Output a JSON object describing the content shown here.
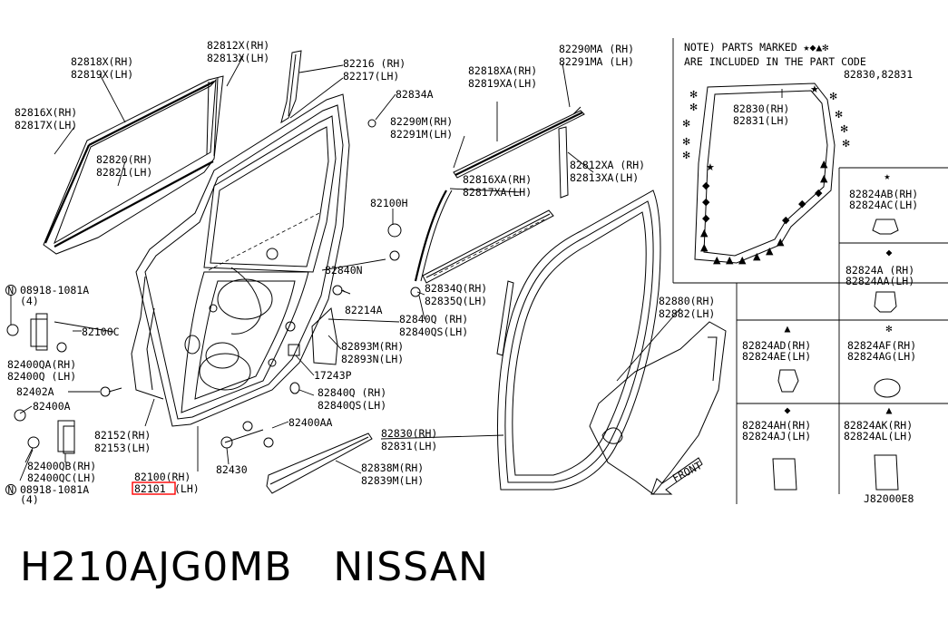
{
  "note": {
    "line1": "NOTE) PARTS MARKED ★◆▲✻",
    "line2": "ARE INCLUDED IN THE PART CODE",
    "codes": "82830,82831"
  },
  "labels": {
    "p82818X": [
      "82818X(RH)",
      "82819X(LH)"
    ],
    "p82812X": [
      "82812X(RH)",
      "82813X(LH)"
    ],
    "p82216": [
      "82216 (RH)",
      "82217(LH)"
    ],
    "p82834A": [
      "82834A"
    ],
    "p82816X": [
      "82816X(RH)",
      "82817X(LH)"
    ],
    "p82820": [
      "82820(RH)",
      "82821(LH)"
    ],
    "p82818XA": [
      "82818XA(RH)",
      "82819XA(LH)"
    ],
    "p82290MA": [
      "82290MA (RH)",
      "82291MA (LH)"
    ],
    "p82290M": [
      "82290M(RH)",
      "82291M(LH)"
    ],
    "p82816XA": [
      "82816XA(RH)",
      "82817XA(LH)"
    ],
    "p82812XA": [
      "82812XA (RH)",
      "82813XA(LH)"
    ],
    "p82100H": [
      "82100H"
    ],
    "p82840N": [
      "82840N"
    ],
    "p82214A": [
      "82214A"
    ],
    "p82834Q": [
      "82834Q(RH)",
      "82835Q(LH)"
    ],
    "p82840Q1": [
      "82840Q (RH)",
      "82840QS(LH)"
    ],
    "p82893M": [
      "82893M(RH)",
      "82893N(LH)"
    ],
    "p17243P": [
      "17243P"
    ],
    "p82840Q2": [
      "82840Q (RH)",
      "82840QS(LH)"
    ],
    "p08918a": [
      "08918-1081A",
      "(4)"
    ],
    "p82100C": [
      "82100C"
    ],
    "p82400QA": [
      "82400QA(RH)",
      "82400Q (LH)"
    ],
    "p82402A": [
      "82402A"
    ],
    "p82400A": [
      "82400A"
    ],
    "p82152": [
      "82152(RH)",
      "82153(LH)"
    ],
    "p82400AA": [
      "82400AA"
    ],
    "p82100": [
      "82100(RH)"
    ],
    "p82101": "82101",
    "p82101lh": "(LH)",
    "p82430": [
      "82430"
    ],
    "p82838M": [
      "82838M(RH)",
      "82839M(LH)"
    ],
    "p82400QB": [
      "82400QB(RH)",
      "82400QC(LH)"
    ],
    "p08918b": [
      "08918-1081A",
      "(4)"
    ],
    "p82830": [
      "82830(RH)",
      "82831(LH)"
    ],
    "p82880": [
      "82880(RH)",
      "82882(LH)"
    ],
    "p82830in": [
      "82830(RH)",
      "82831(LH)"
    ],
    "front": "FRONT",
    "ref": "J82000E8",
    "p82824AB": [
      "82824AB(RH)",
      "82824AC(LH)"
    ],
    "p82824A": [
      "82824A (RH)",
      "82824AA(LH)"
    ],
    "p82824AD": [
      "82824AD(RH)",
      "82824AE(LH)"
    ],
    "p82824AF": [
      "82824AF(RH)",
      "82824AG(LH)"
    ],
    "p82824AH": [
      "82824AH(RH)",
      "82824AJ(LH)"
    ],
    "p82824AK": [
      "82824AK(RH)",
      "82824AL(LH)"
    ],
    "n": "N"
  },
  "markers": {
    "star": "★",
    "diamond": "◆",
    "triangle": "▲",
    "snow": "✻"
  },
  "caption": "H210AJG0MB   NISSAN",
  "highlight_color": "#ff0000"
}
